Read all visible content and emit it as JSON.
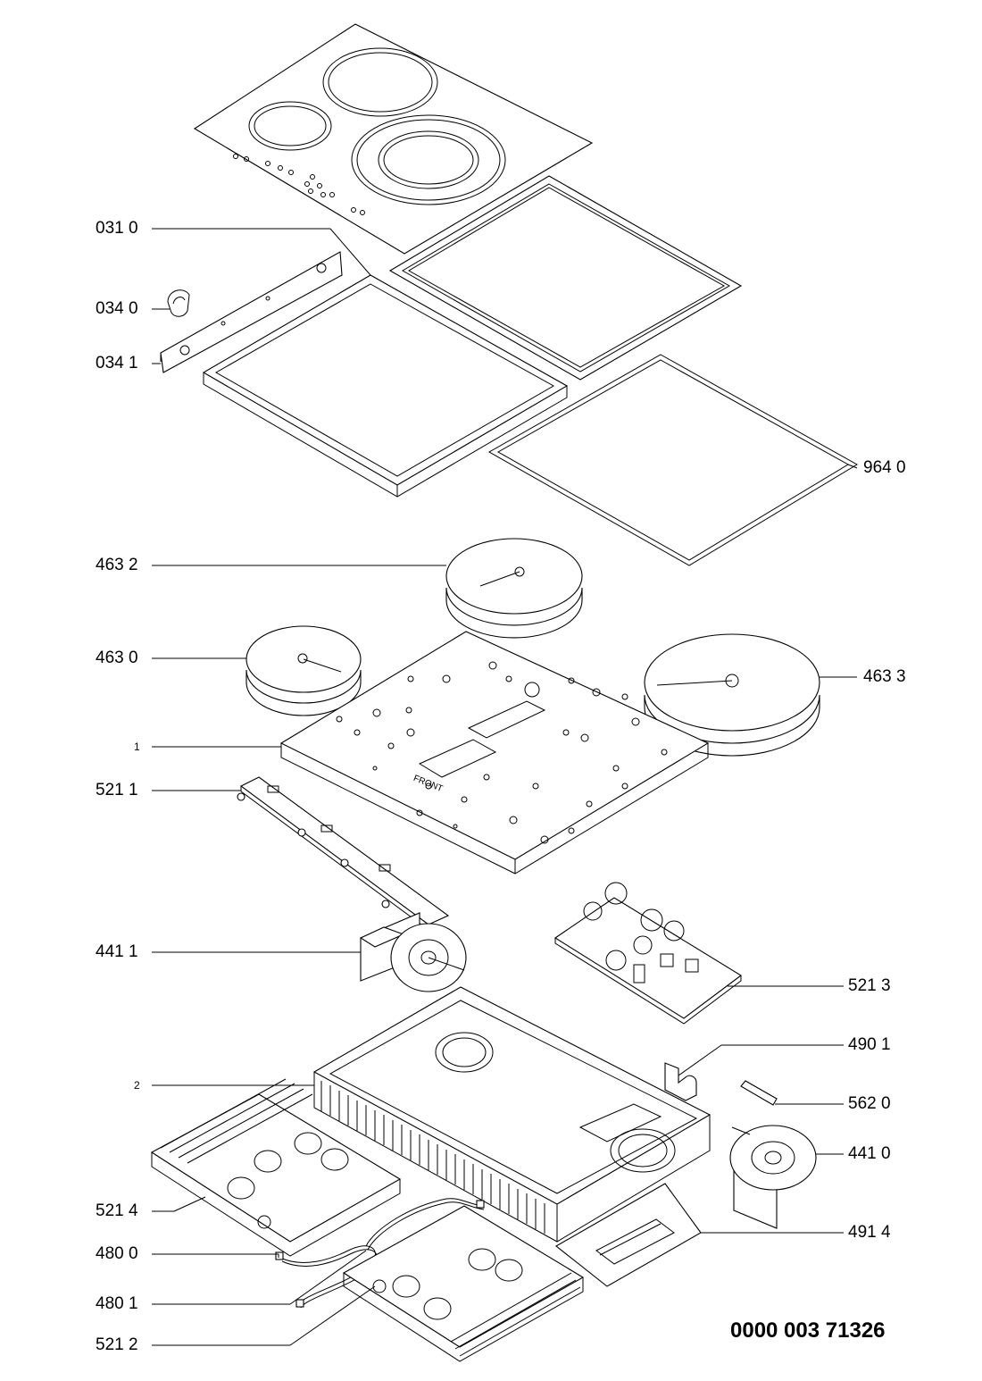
{
  "document_number": "0000 003 71326",
  "callouts": [
    {
      "id": "c0310",
      "text": "031 0",
      "side": "left"
    },
    {
      "id": "c0340",
      "text": "034 0",
      "side": "left"
    },
    {
      "id": "c0341",
      "text": "034 1",
      "side": "left"
    },
    {
      "id": "c9640",
      "text": "964 0",
      "side": "right"
    },
    {
      "id": "c4632",
      "text": "463 2",
      "side": "left"
    },
    {
      "id": "c4630",
      "text": "463 0",
      "side": "left"
    },
    {
      "id": "c4633",
      "text": "463 3",
      "side": "right"
    },
    {
      "id": "c1",
      "text": "1",
      "side": "left"
    },
    {
      "id": "c5211",
      "text": "521 1",
      "side": "left"
    },
    {
      "id": "c4411",
      "text": "441 1",
      "side": "left"
    },
    {
      "id": "c5213",
      "text": "521 3",
      "side": "right"
    },
    {
      "id": "c4901",
      "text": "490 1",
      "side": "right"
    },
    {
      "id": "c2",
      "text": "2",
      "side": "left"
    },
    {
      "id": "c5620",
      "text": "562 0",
      "side": "right"
    },
    {
      "id": "c4410",
      "text": "441 0",
      "side": "right"
    },
    {
      "id": "c5214",
      "text": "521 4",
      "side": "left"
    },
    {
      "id": "c4914",
      "text": "491 4",
      "side": "right"
    },
    {
      "id": "c4800",
      "text": "480 0",
      "side": "left"
    },
    {
      "id": "c4801",
      "text": "480 1",
      "side": "left"
    },
    {
      "id": "c5212",
      "text": "521 2",
      "side": "left"
    }
  ],
  "board_marking": "FRONT"
}
